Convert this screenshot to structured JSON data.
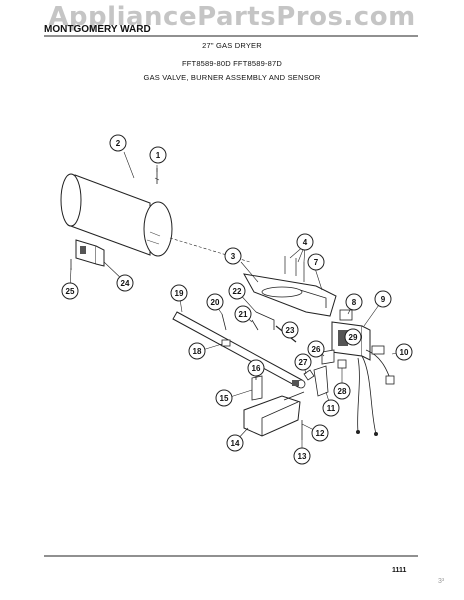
{
  "watermark": "AppliancePartsPros.com",
  "header": {
    "brand": "MONTGOMERY WARD",
    "title": "27\" GAS DRYER",
    "models": "FFT8589-80D    FFT8589-87D",
    "section": "GAS VALVE, BURNER ASSEMBLY AND SENSOR"
  },
  "callouts": [
    "1",
    "2",
    "3",
    "4",
    "7",
    "8",
    "9",
    "10",
    "11",
    "12",
    "13",
    "14",
    "15",
    "16",
    "18",
    "19",
    "20",
    "21",
    "22",
    "23",
    "24",
    "25",
    "26",
    "27",
    "28",
    "29"
  ],
  "footer": {
    "page": "1111",
    "corner_mark": "3³"
  }
}
